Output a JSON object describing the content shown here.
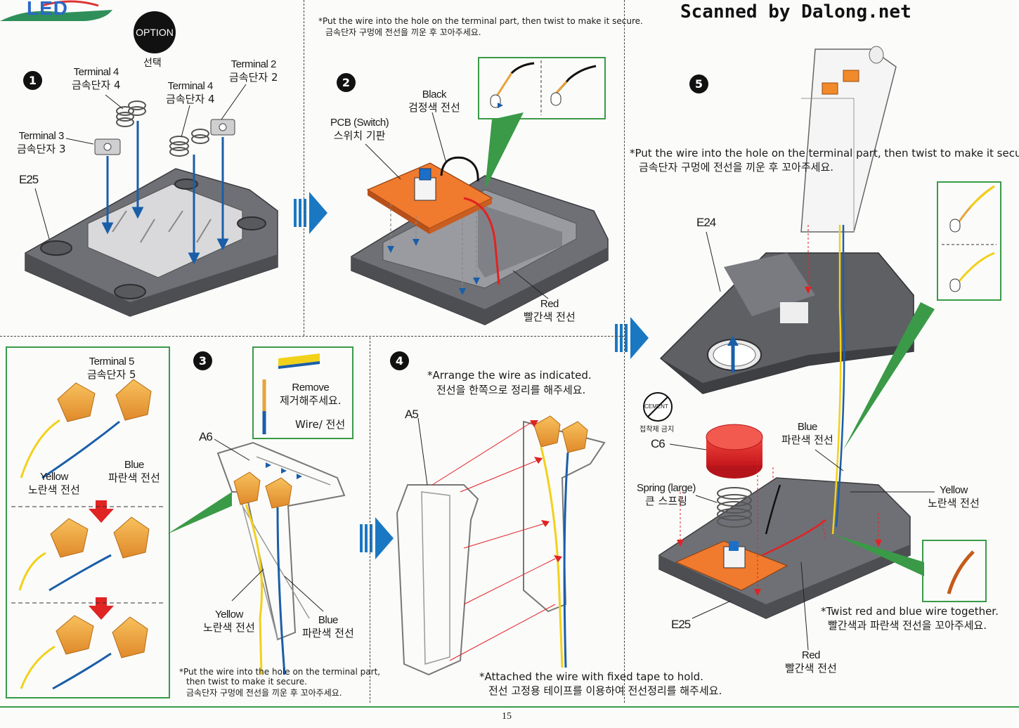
{
  "header": {
    "logo": "LED",
    "watermark": "Scanned by Dalong.net"
  },
  "option_badge": {
    "label": "OPTION",
    "korean": "선택"
  },
  "steps": [
    "1",
    "2",
    "3",
    "4",
    "5"
  ],
  "step1": {
    "terminal4a": {
      "en": "Terminal 4",
      "ko": "금속단자 4"
    },
    "terminal2": {
      "en": "Terminal 2",
      "ko": "금속단자 2"
    },
    "terminal4b": {
      "en": "Terminal 4",
      "ko": "금속단자 4"
    },
    "terminal3": {
      "en": "Terminal 3",
      "ko": "금속단자 3"
    },
    "part": "E25"
  },
  "step2": {
    "note_en": "*Put the wire into the hole on the terminal part, then twist to make it secure.",
    "note_ko": "금속단자 구멍에 전선을 끼운 후 꼬아주세요.",
    "black": {
      "en": "Black",
      "ko": "검정색 전선"
    },
    "pcb": {
      "en": "PCB (Switch)",
      "ko": "스위치 기판"
    },
    "red": {
      "en": "Red",
      "ko": "빨간색 전선"
    }
  },
  "step3": {
    "terminal5": {
      "en": "Terminal 5",
      "ko": "금속단자 5"
    },
    "yellow": {
      "en": "Yellow",
      "ko": "노란색 전선"
    },
    "blue": {
      "en": "Blue",
      "ko": "파란색 전선"
    },
    "remove": {
      "en": "Remove",
      "ko": "제거해주세요."
    },
    "wire": "Wire/ 전선",
    "part": "A6",
    "yellow2": {
      "en": "Yellow",
      "ko": "노란색 전선"
    },
    "blue2": {
      "en": "Blue",
      "ko": "파란색 전선"
    },
    "note_en1": "*Put the wire into the hole on the terminal part,",
    "note_en2": "then twist to make it secure.",
    "note_ko": "금속단자 구멍에 전선을 끼운 후 꼬아주세요."
  },
  "step4": {
    "note_en": "*Arrange the wire as indicated.",
    "note_ko": "전선을 한쪽으로 정리를 해주세요.",
    "part": "A5",
    "bottom_en": "*Attached the wire with fixed tape to hold.",
    "bottom_ko": "전선 고정용 테이프를 이용하여 전선정리를 해주세요."
  },
  "step5": {
    "note_en": "*Put the wire into the hole on the terminal part, then twist to make it secure.",
    "note_ko": "금속단자 구멍에 전선을 끼운 후 꼬아주세요.",
    "part_top": "E24",
    "cement": "CEMENT",
    "cement_ko": "접착제 금지",
    "part_c6": "C6",
    "spring": {
      "en": "Spring (large)",
      "ko": "큰 스프링"
    },
    "blue": {
      "en": "Blue",
      "ko": "파란색 전선"
    },
    "yellow": {
      "en": "Yellow",
      "ko": "노란색 전선"
    },
    "part_bottom": "E25",
    "twist_en": "*Twist red and blue wire together.",
    "twist_ko": "빨간색과 파란색 전선을 꼬아주세요.",
    "red": {
      "en": "Red",
      "ko": "빨간색 전선"
    }
  },
  "page_number": "15",
  "colors": {
    "accent_green": "#3a9a47",
    "arrow_blue": "#1a78c2",
    "pcb_orange": "#f07a2e",
    "part_gray": "#7b7c80",
    "terminal_gold": "#f0a23a"
  }
}
